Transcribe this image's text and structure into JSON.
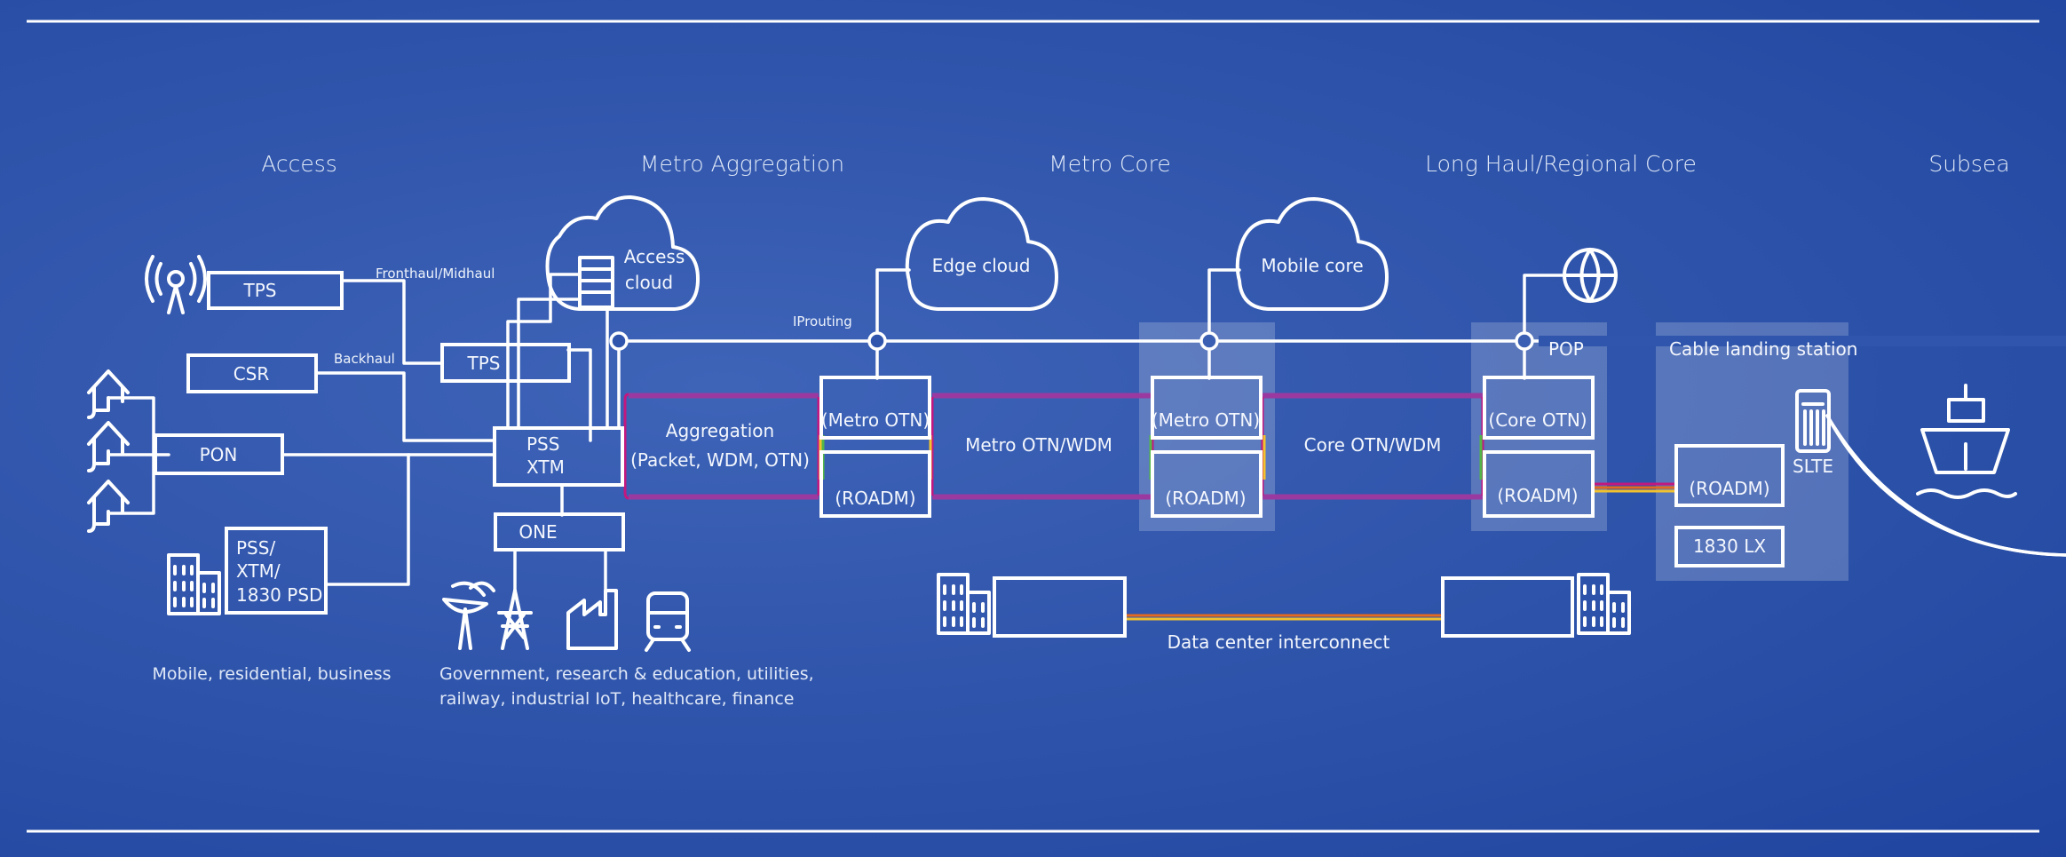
{
  "sections": {
    "access": "Access",
    "metro_aggregation": "Metro Aggregation",
    "metro_core": "Metro Core",
    "long_haul": "Long Haul/Regional Core",
    "subsea": "Subsea"
  },
  "nodes": {
    "tps_top": "TPS",
    "csr": "CSR",
    "pon": "PON",
    "tps_mid": "TPS",
    "pss_xtm_1": "PSS",
    "pss_xtm_2": "XTM",
    "one": "ONE",
    "psd_1": "PSS/",
    "psd_2": "XTM/",
    "psd_3": "1830 PSD",
    "access_cloud_1": "Access",
    "access_cloud_2": "cloud",
    "edge_cloud": "Edge cloud",
    "mobile_core": "Mobile core",
    "metro_otn_1": "(Metro OTN)",
    "roadm_1": "(ROADM)",
    "metro_otn_2": "(Metro OTN)",
    "roadm_2": "(ROADM)",
    "core_otn": "(Core OTN)",
    "roadm_3": "(ROADM)",
    "pop": "POP",
    "cable_landing": "Cable landing station",
    "roadm_4": "(ROADM)",
    "lx": "1830 LX",
    "slte": "SLTE"
  },
  "links": {
    "fronthaul": "Fronthaul/Midhaul",
    "backhaul": "Backhaul",
    "ip_routing": "IProuting",
    "aggregation_1": "Aggregation",
    "aggregation_2": "(Packet, WDM, OTN)",
    "metro_otn_wdm": "Metro OTN/WDM",
    "core_otn_wdm": "Core OTN/WDM",
    "dci": "Data center interconnect"
  },
  "captions": {
    "access": "Mobile, residential, business",
    "gov_1": "Government, research & education, utilities,",
    "gov_2": "railway, industrial IoT, healthcare, finance"
  },
  "colors": {
    "background": "#2a50a8",
    "ring_purple": "#8b3fa8",
    "ring_magenta": "#c2187f",
    "dci_orange": "#e36a1e",
    "dci_yellow": "#f2c12e"
  }
}
